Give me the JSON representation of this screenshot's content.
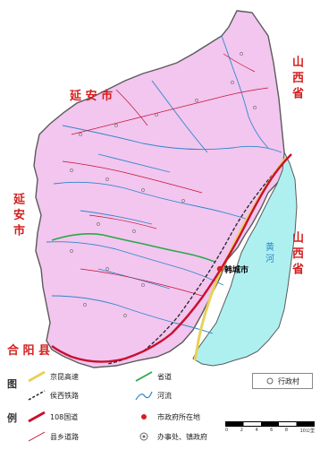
{
  "map": {
    "city_marker_label": "韩城市",
    "neighbor_labels": {
      "yanan_top": "延 安 市",
      "yanan_left": "延 安 市",
      "shanxi_top": "山 西 省",
      "shanxi_right": "山 西 省",
      "heyang": "合 阳 县"
    },
    "river_label": "黄 河"
  },
  "legend": {
    "title_tu": "图",
    "title_li": "例",
    "items": [
      {
        "label": "京昆高速"
      },
      {
        "label": "侯西铁路"
      },
      {
        "label": "108国道"
      },
      {
        "label": "县乡道路"
      },
      {
        "label": "省道"
      },
      {
        "label": "河流"
      },
      {
        "label": "市政府所在地"
      },
      {
        "label": "办事处、镇政府"
      }
    ],
    "village": "行政村",
    "scale": [
      "0",
      "2",
      "4",
      "6",
      "8",
      "10公里"
    ]
  },
  "colors": {
    "land": "#f2c6ef",
    "river_fill": "#aef0f0",
    "river_line": "#2e87c9",
    "expressway": "#e8d15a",
    "national_road": "#c8102e",
    "railway": "#222222",
    "provincial": "#2aa84a",
    "county_road": "#c8102e",
    "border": "#5a5a5a"
  }
}
